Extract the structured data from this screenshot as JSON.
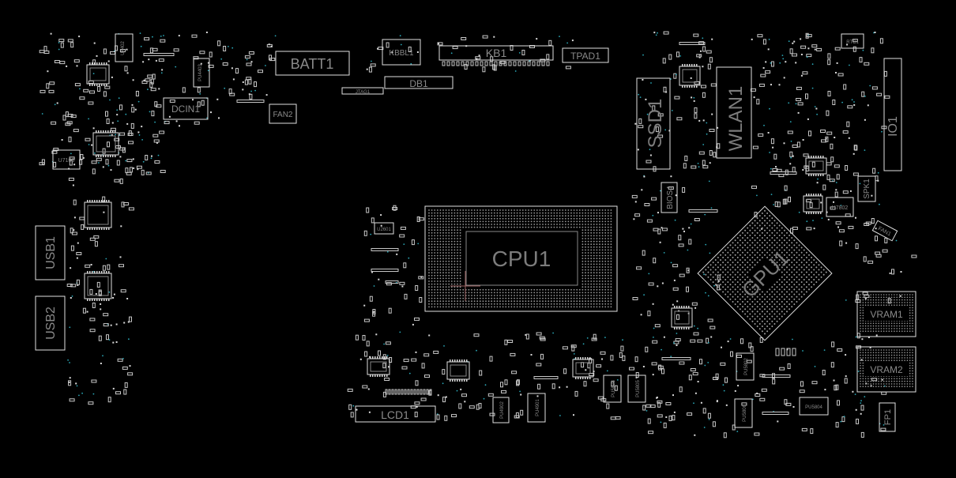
{
  "board": {
    "title": "",
    "components": {
      "batt": "BATT1",
      "kb": "KB1",
      "kbbl": "KBBL1",
      "tpad": "TPAD1",
      "db": "DB1",
      "dcin": "DCIN1",
      "fan2": "FAN2",
      "ssd": "SSD1",
      "wlan": "WLAN1",
      "cpu": "CPU1",
      "gpu": "GPU1",
      "bios": "BIOS4",
      "usb1": "USB1",
      "usb2": "USB2",
      "lcd": "LCD1",
      "vram1": "VRAM1",
      "vram2": "VRAM2",
      "spk": "SPK1",
      "fp": "FP1",
      "io": "IO1",
      "u7103": "U7103",
      "u7802": "U7802",
      "u4402": "U4402",
      "pu4403": "PU4403",
      "u2601": "U2601",
      "rtc": "RTC1",
      "fan1": "FAN1",
      "pu5802": "PU5802",
      "pu5803": "PU5803",
      "pu5804": "PU5804",
      "pu5805": "PU5805",
      "pu5806": "PU5806",
      "pu4902": "PU4902",
      "pu4901": "PU4901",
      "jtag": "JTAG1"
    }
  }
}
